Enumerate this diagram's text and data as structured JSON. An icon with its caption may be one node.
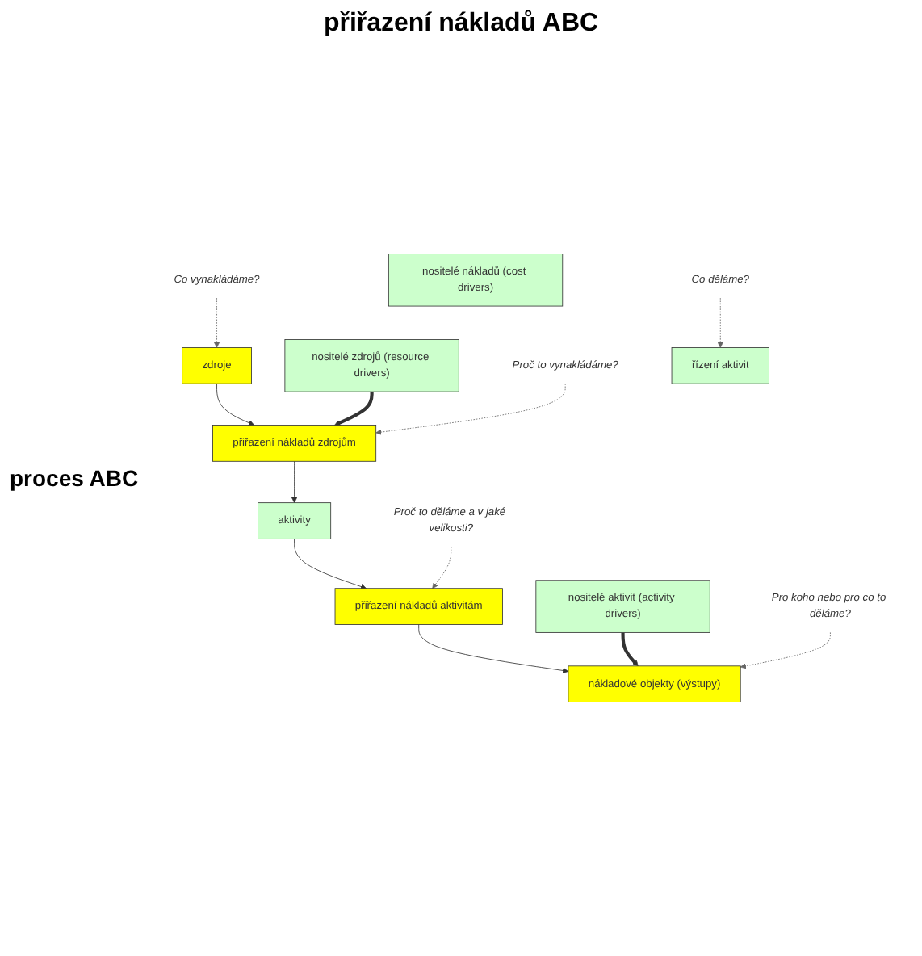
{
  "diagram": {
    "title": "přiřazení nákladů ABC",
    "nodes": [
      {
        "text": [
          "zdroje"
        ]
      },
      {
        "text": [
          "nositelé zdrojů (resource drivers)"
        ]
      },
      {
        "text": [
          "Co vynakládáme?"
        ]
      },
      {
        "text": [
          "přiřazení nákladů zdrojům"
        ]
      },
      {
        "text": [
          "Proč to vynakládáme?"
        ]
      },
      {
        "text": [
          "nositelé nákladů (cost drivers)"
        ]
      },
      {
        "text": [
          "aktivity"
        ]
      },
      {
        "text": [
          "řízení aktivit"
        ]
      },
      {
        "text": [
          "Co děláme?"
        ]
      },
      {
        "text": [
          "přiřazení nákladů aktivitám"
        ]
      },
      {
        "text": [
          "Proč to děláme a v jaké velikosti?"
        ]
      },
      {
        "text": [
          "nositelé aktivit (activity drivers)"
        ]
      },
      {
        "text": [
          "nákladové objekty (výstupy)"
        ]
      },
      {
        "text": [
          "Pro koho nebo pro co to děláme?"
        ]
      }
    ],
    "edges": [
      {
        "from": 0,
        "to": 3,
        "arrow": "to"
      },
      {
        "from": 3,
        "to": 6,
        "arrow": "to"
      },
      {
        "from": 6,
        "to": 9,
        "arrow": "to"
      },
      {
        "from": 9,
        "to": 12,
        "arrow": "to"
      },
      {
        "from": 1,
        "to": 3,
        "arrow": "to",
        "style": "thick"
      },
      {
        "from": 11,
        "to": 12,
        "arrow": "to",
        "style": "thick"
      },
      {
        "from": 2,
        "to": 0,
        "arrow": "to",
        "style": "dashed"
      },
      {
        "from": 4,
        "to": 3,
        "arrow": "to",
        "style": "dashed"
      },
      {
        "from": 8,
        "to": 7,
        "arrow": "to",
        "style": "dashed"
      },
      {
        "from": 10,
        "to": 9,
        "arrow": "to",
        "style": "dashed"
      },
      {
        "from": 13,
        "to": 12,
        "arrow": "to",
        "style": "dashed"
      }
    ],
    "labels": [
      "proces ABC"
    ]
  }
}
